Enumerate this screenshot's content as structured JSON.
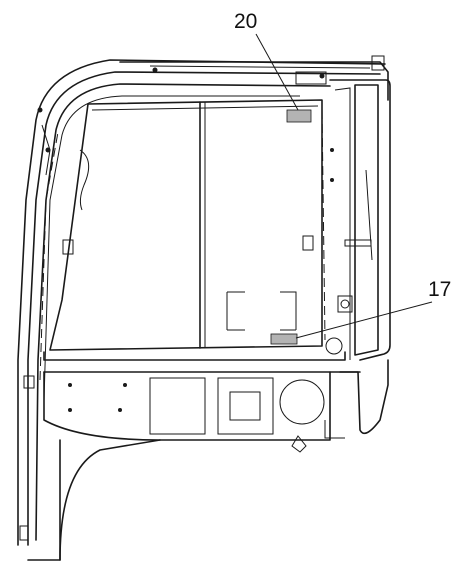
{
  "callouts": [
    {
      "id": "callout-20",
      "number": "20",
      "marker_color": "#b3b3b3"
    },
    {
      "id": "callout-17",
      "number": "17",
      "marker_color": "#b3b3b3"
    }
  ],
  "colors": {
    "line": "#1a1a1a",
    "background": "#ffffff",
    "label_marker": "#b3b3b3"
  }
}
